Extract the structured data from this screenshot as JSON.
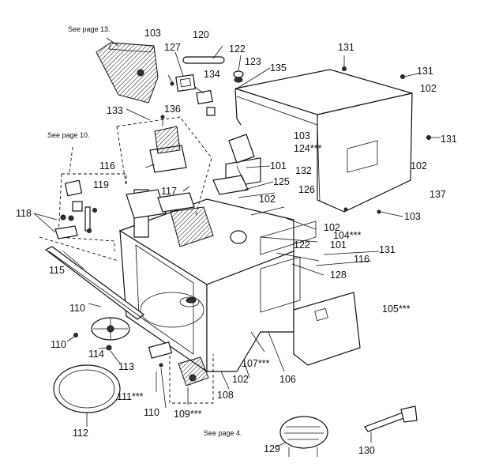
{
  "diagram": {
    "notes": {
      "see_page_13": "See page 13.",
      "see_page_10": "See page 10.",
      "see_page_4": "See page 4."
    },
    "labels": {
      "l101a": "101",
      "l101b": "101",
      "l102a": "102",
      "l102b": "102",
      "l102c": "102",
      "l102d": "102",
      "l102e": "102",
      "l103a": "103",
      "l103b": "103",
      "l103c": "103",
      "l104": "104***",
      "l105": "105***",
      "l106": "106",
      "l107": "107***",
      "l108": "108",
      "l109": "109***",
      "l110a": "110",
      "l110b": "110",
      "l110c": "110",
      "l111": "111***",
      "l112": "112",
      "l113": "113",
      "l114": "114",
      "l115": "115",
      "l116a": "116",
      "l116b": "116",
      "l117": "117",
      "l118": "118",
      "l119": "119",
      "l120": "120",
      "l122a": "122",
      "l122b": "122",
      "l123": "123",
      "l124": "124***",
      "l125": "125",
      "l126": "126",
      "l127": "127",
      "l128": "128",
      "l129": "129",
      "l130": "130",
      "l131a": "131",
      "l131b": "131",
      "l131c": "131",
      "l131d": "131",
      "l132": "132",
      "l133": "133",
      "l134": "134",
      "l135": "135",
      "l136": "136",
      "l137": "137"
    }
  }
}
